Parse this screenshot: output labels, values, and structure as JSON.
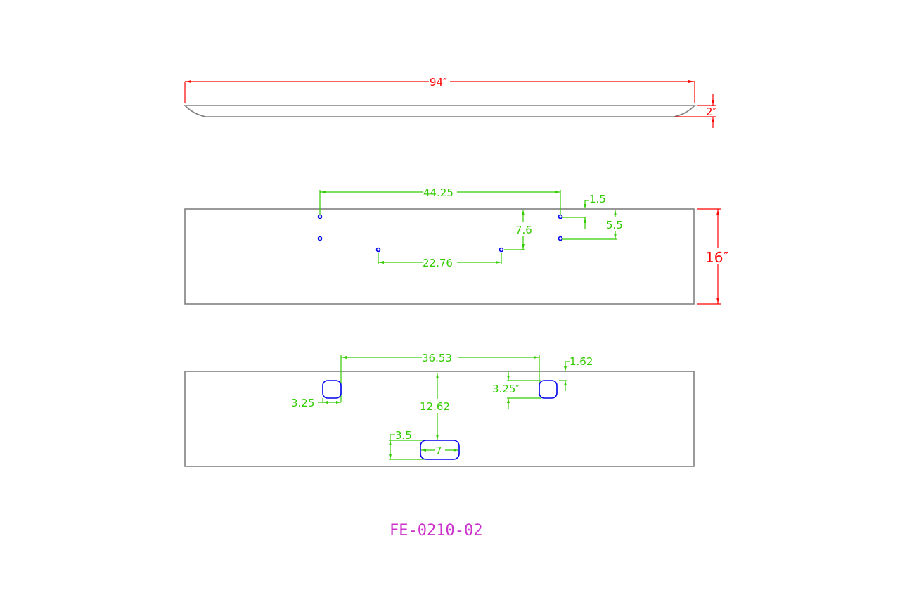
{
  "drawing": {
    "part_number": "FE-0210-02",
    "colors": {
      "outline": "#808080",
      "overall_dimension": "#ff0000",
      "detail_dimension": "#33cc00",
      "holes": "#0000ee",
      "part_number": "#cc33cc"
    },
    "side_view": {
      "length_label": "94″",
      "thickness_label": "2″"
    },
    "top_view_1": {
      "height_label": "16″",
      "dimensions": {
        "hole_spacing_wide": "44.25",
        "hole_spacing_narrow": "22.76",
        "vertical_offset": "7.6",
        "edge_offset": "1.5",
        "vertical_spacing": "5.5"
      }
    },
    "top_view_2": {
      "dimensions": {
        "slot_spacing": "36.53",
        "edge_offset": "1.62",
        "left_slot_width": "3.25",
        "right_slot_height": "3.25″",
        "center_vertical_offset": "12.62",
        "bottom_slot_offset": "3.5",
        "bottom_slot_width": "7"
      }
    }
  }
}
